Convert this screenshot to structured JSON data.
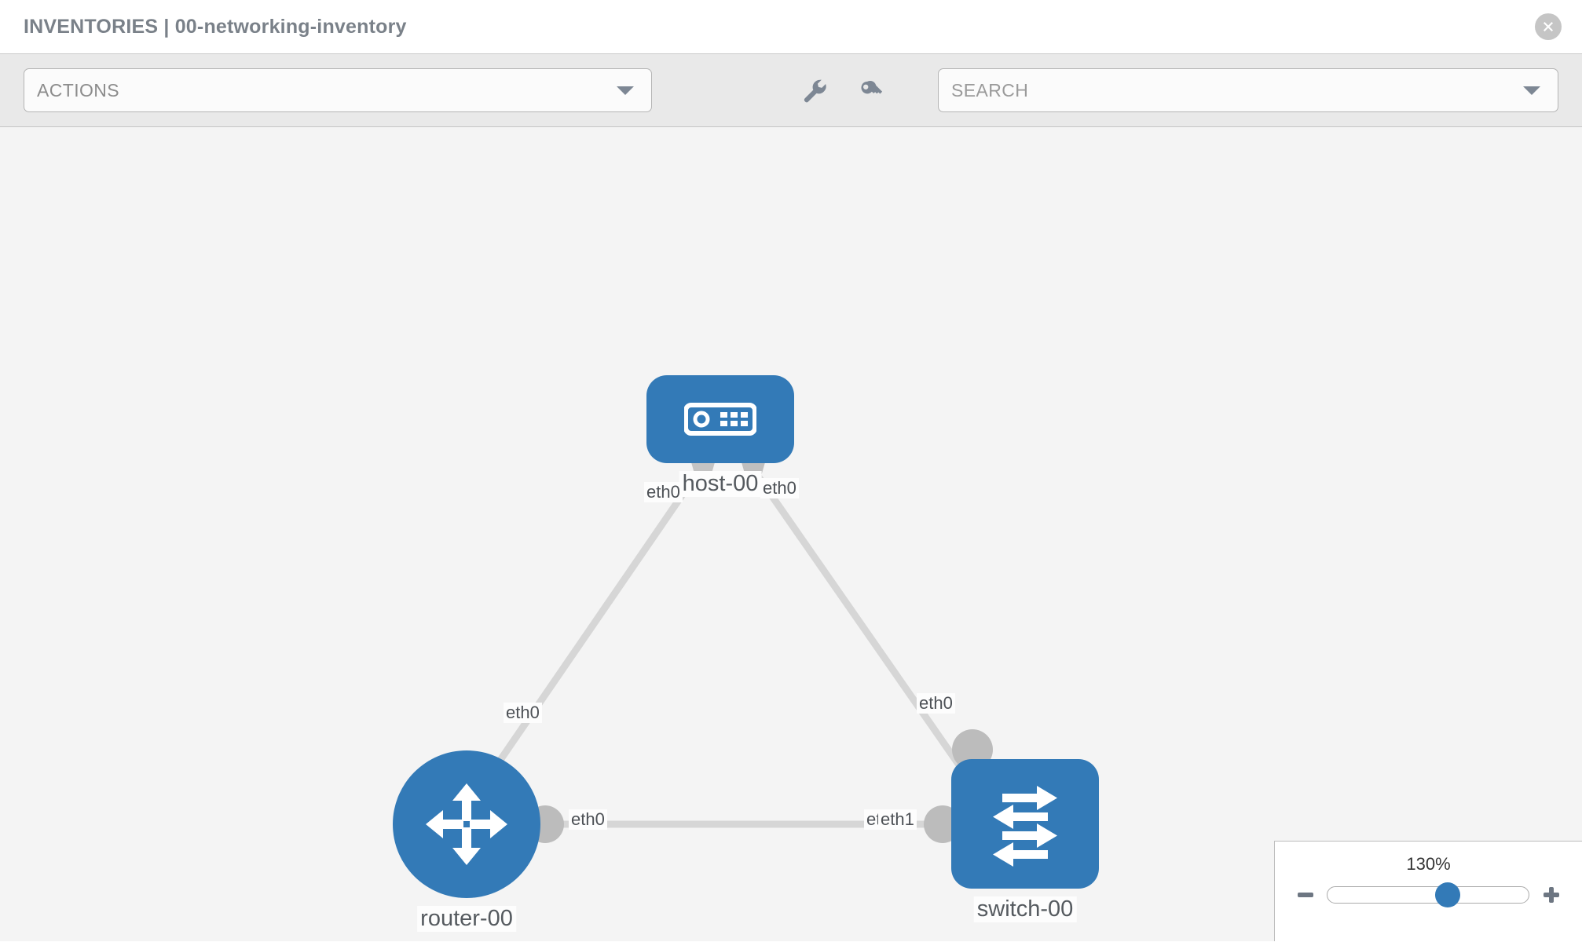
{
  "header": {
    "title": "INVENTORIES | 00-networking-inventory",
    "close_icon": "close-circle-icon"
  },
  "toolbar": {
    "actions": {
      "label": "ACTIONS",
      "caret_icon": "chevron-down-icon"
    },
    "icons": [
      {
        "name": "wrench-icon",
        "title": "wrench"
      },
      {
        "name": "key-icon",
        "title": "key"
      }
    ],
    "search": {
      "placeholder": "SEARCH",
      "value": "SEARCH",
      "caret_icon": "chevron-down-icon"
    }
  },
  "topology": {
    "nodes": [
      {
        "id": "host-00",
        "label": "host-00",
        "type": "host",
        "shape": "rounded-square"
      },
      {
        "id": "router-00",
        "label": "router-00",
        "type": "router",
        "shape": "circle"
      },
      {
        "id": "switch-00",
        "label": "switch-00",
        "type": "switch",
        "shape": "rounded-square"
      }
    ],
    "links": [
      {
        "from": "host-00",
        "to": "router-00",
        "from_interface": "eth0",
        "to_interface": "eth0"
      },
      {
        "from": "host-00",
        "to": "switch-00",
        "from_interface": "eth0",
        "to_interface": "eth0"
      },
      {
        "from": "router-00",
        "to": "switch-00",
        "from_interface": "eth0",
        "to_interface": "eth1"
      }
    ],
    "interface_labels": {
      "host_left": "eth0",
      "host_right": "eth0",
      "router_up": "eth0",
      "switch_up": "eth0",
      "router_right": "eth0",
      "switch_left_hidden": "eth0",
      "switch_left": "eth1"
    },
    "colors": {
      "node_blue": "#337ab7",
      "edge_grey": "#d6d6d6",
      "connector_grey": "#bcbcbc",
      "canvas_bg": "#f4f4f4"
    }
  },
  "zoom_control": {
    "value_label": "130%",
    "minus_icon": "minus-icon",
    "plus_icon": "plus-icon",
    "handle_position_percent": 60
  }
}
